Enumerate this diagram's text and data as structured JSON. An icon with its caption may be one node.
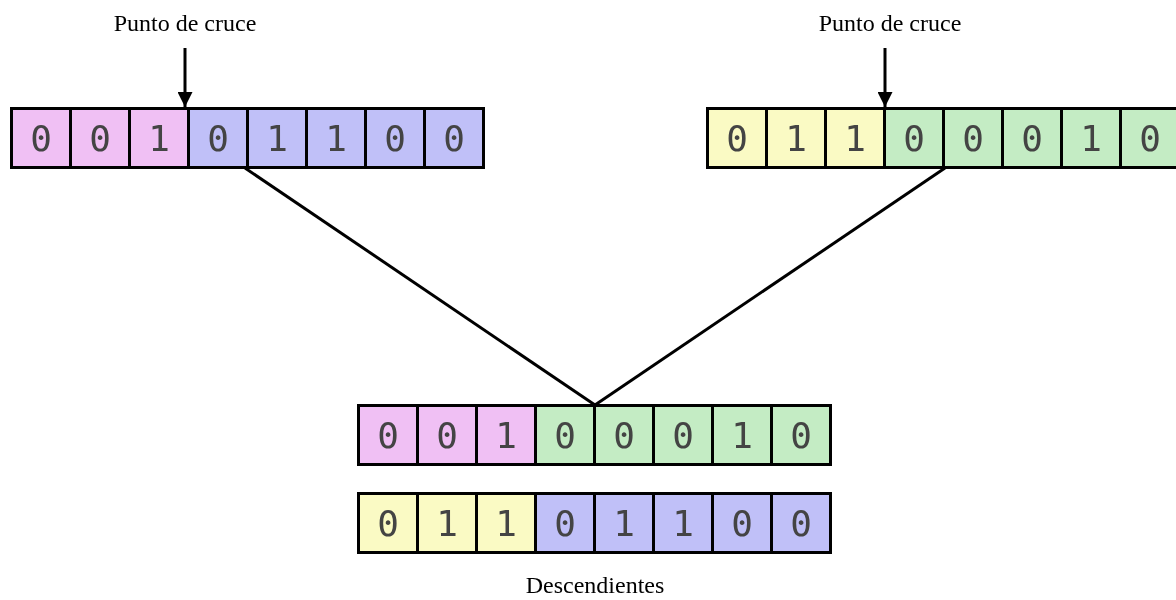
{
  "diagram": {
    "nodes": [
      {
        "text": [
          "Punto de cruce"
        ]
      },
      {
        "text": [],
        "shape": "box"
      },
      {
        "text": [
          "0"
        ],
        "in": 1
      },
      {
        "text": [
          "0"
        ],
        "in": 1
      },
      {
        "text": [
          "1"
        ],
        "in": 1
      },
      {
        "text": [
          "0"
        ],
        "in": 1
      },
      {
        "text": [
          "1"
        ],
        "in": 1
      },
      {
        "text": [
          "1"
        ],
        "in": 1
      },
      {
        "text": [
          "0"
        ],
        "in": 1
      },
      {
        "text": [
          "0"
        ],
        "in": 1
      },
      {
        "text": [
          "Punto de cruce"
        ]
      },
      {
        "text": [],
        "shape": "box"
      },
      {
        "text": [
          "0"
        ],
        "in": 11
      },
      {
        "text": [
          "1"
        ],
        "in": 11
      },
      {
        "text": [
          "1"
        ],
        "in": 11
      },
      {
        "text": [
          "0"
        ],
        "in": 11
      },
      {
        "text": [
          "0"
        ],
        "in": 11
      },
      {
        "text": [
          "0"
        ],
        "in": 11
      },
      {
        "text": [
          "1"
        ],
        "in": 11
      },
      {
        "text": [
          "0"
        ],
        "in": 11
      },
      {
        "text": [],
        "shape": "box"
      },
      {
        "text": [
          "0"
        ],
        "in": 20
      },
      {
        "text": [
          "0"
        ],
        "in": 20
      },
      {
        "text": [
          "1"
        ],
        "in": 20
      },
      {
        "text": [
          "0"
        ],
        "in": 20
      },
      {
        "text": [
          "0"
        ],
        "in": 20
      },
      {
        "text": [
          "0"
        ],
        "in": 20
      },
      {
        "text": [
          "1"
        ],
        "in": 20
      },
      {
        "text": [
          "0"
        ],
        "in": 20
      },
      {
        "text": [],
        "shape": "box"
      },
      {
        "text": [
          "0"
        ],
        "in": 29
      },
      {
        "text": [
          "1"
        ],
        "in": 29
      },
      {
        "text": [
          "1"
        ],
        "in": 29
      },
      {
        "text": [
          "0"
        ],
        "in": 29
      },
      {
        "text": [
          "1"
        ],
        "in": 29
      },
      {
        "text": [
          "1"
        ],
        "in": 29
      },
      {
        "text": [
          "0"
        ],
        "in": 29
      },
      {
        "text": [
          "0"
        ],
        "in": 29
      }
    ],
    "edges": [
      {
        "from": 0,
        "to": 1,
        "arrow": "to"
      },
      {
        "from": 10,
        "to": 11,
        "arrow": "to"
      },
      {
        "from": 1,
        "to": 20,
        "arrow": "none"
      },
      {
        "from": 11,
        "to": 20,
        "arrow": "none"
      }
    ],
    "labels": [
      "Descendientes"
    ]
  }
}
